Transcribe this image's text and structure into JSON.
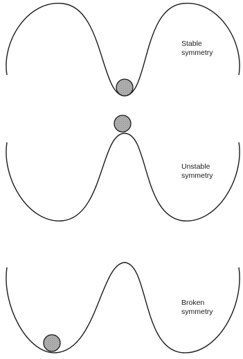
{
  "panels": [
    {
      "label_line1": "Stable",
      "label_line2": "symmetry",
      "ball_position": "center-bottom"
    },
    {
      "label_line1": "Unstable",
      "label_line2": "symmetry",
      "ball_position": "center-top"
    },
    {
      "label_line1": "Broken",
      "label_line2": "symmetry",
      "ball_position": "left-bottom"
    }
  ],
  "colors": {
    "line": "#1a1a1a",
    "ball_fill": "#a8a8a8",
    "ball_stroke": "#1a1a1a"
  }
}
